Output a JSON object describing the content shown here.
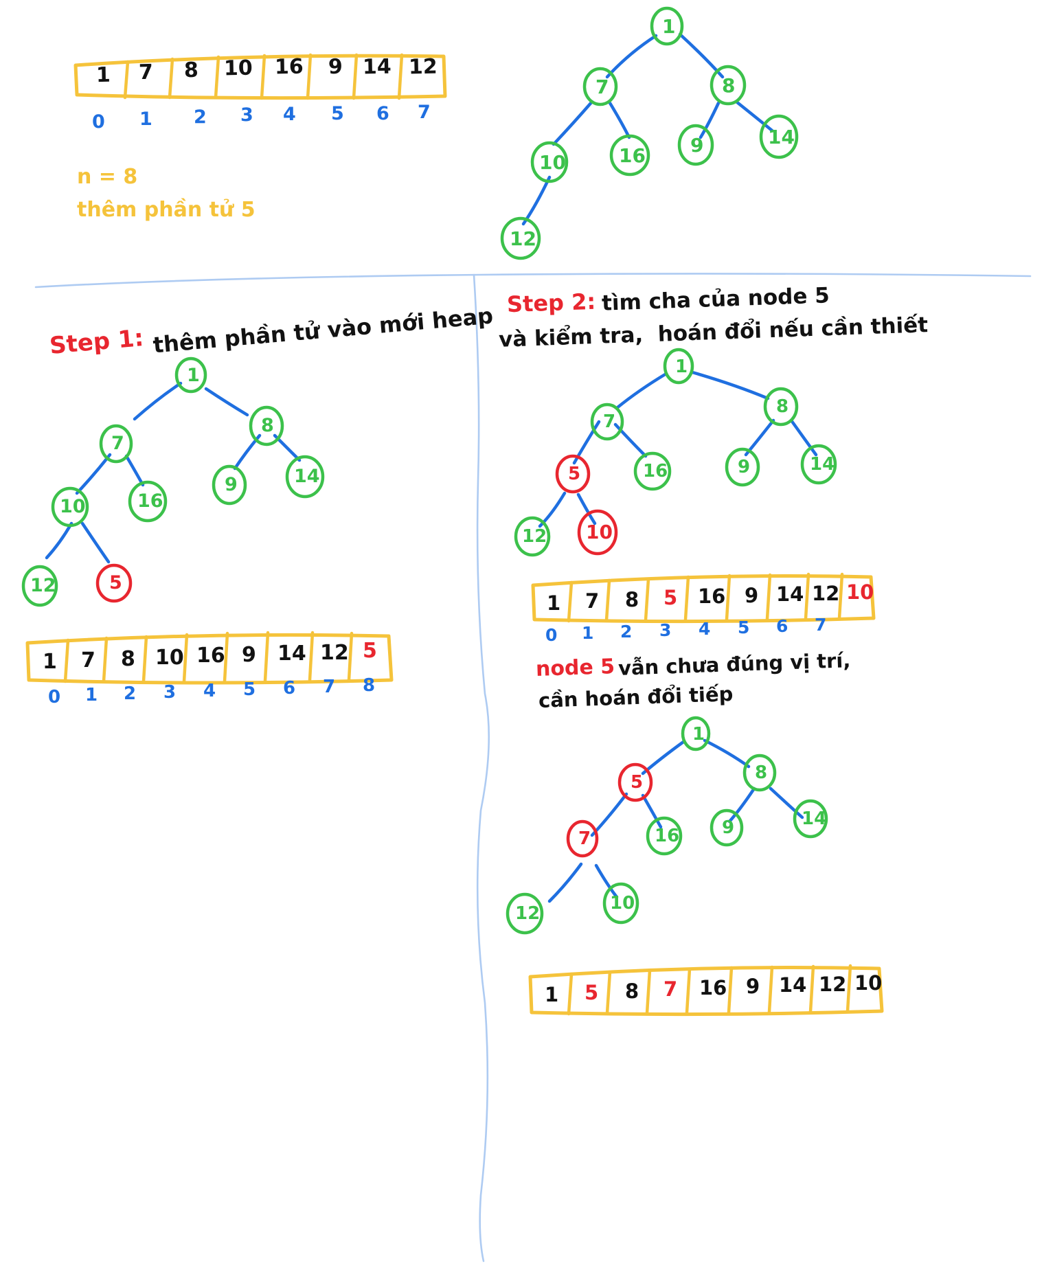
{
  "meta": {
    "title": "Binary min-heap insertion worked example (handwritten notes)",
    "language": "Vietnamese",
    "colors": {
      "array_box": "#f5c33b",
      "value_black": "#121212",
      "index_blue": "#1f6fe0",
      "node_green": "#3cc14b",
      "node_red": "#e8262f",
      "edge_blue": "#1f6fe0",
      "heading_red": "#e8262f",
      "note_yellow": "#f5c33b",
      "divider_blue": "#aecbf2"
    }
  },
  "panel_top_left": {
    "array": {
      "values": [
        "1",
        "7",
        "8",
        "10",
        "16",
        "9",
        "14",
        "12"
      ],
      "indices": [
        "0",
        "1",
        "2",
        "3",
        "4",
        "5",
        "6",
        "7"
      ]
    },
    "notes": [
      "n = 8",
      "thêm phần tử 5"
    ]
  },
  "panel_top_right": {
    "caption": "",
    "tree": {
      "nodes": [
        {
          "id": "n1",
          "label": "1",
          "color": "green"
        },
        {
          "id": "n7",
          "label": "7",
          "color": "green"
        },
        {
          "id": "n8",
          "label": "8",
          "color": "green"
        },
        {
          "id": "n10",
          "label": "10",
          "color": "green"
        },
        {
          "id": "n16",
          "label": "16",
          "color": "green"
        },
        {
          "id": "n9",
          "label": "9",
          "color": "green"
        },
        {
          "id": "n14",
          "label": "14",
          "color": "green"
        },
        {
          "id": "n12",
          "label": "12",
          "color": "green"
        }
      ]
    }
  },
  "panel_step1": {
    "heading_label": "Step 1:",
    "heading_text": "thêm phần tử vào mới heap",
    "tree": {
      "nodes": [
        {
          "id": "n1",
          "label": "1",
          "color": "green"
        },
        {
          "id": "n7",
          "label": "7",
          "color": "green"
        },
        {
          "id": "n8",
          "label": "8",
          "color": "green"
        },
        {
          "id": "n10",
          "label": "10",
          "color": "green"
        },
        {
          "id": "n16",
          "label": "16",
          "color": "green"
        },
        {
          "id": "n9",
          "label": "9",
          "color": "green"
        },
        {
          "id": "n14",
          "label": "14",
          "color": "green"
        },
        {
          "id": "n12",
          "label": "12",
          "color": "green"
        },
        {
          "id": "n5",
          "label": "5",
          "color": "red"
        }
      ]
    },
    "array": {
      "values": [
        "1",
        "7",
        "8",
        "10",
        "16",
        "9",
        "14",
        "12",
        "5"
      ],
      "value_colors": [
        "black",
        "black",
        "black",
        "black",
        "black",
        "black",
        "black",
        "black",
        "red"
      ],
      "indices": [
        "0",
        "1",
        "2",
        "3",
        "4",
        "5",
        "6",
        "7",
        "8"
      ]
    }
  },
  "panel_step2": {
    "heading_label": "Step 2:",
    "heading_line1": "tìm cha của node 5",
    "heading_line2": "và kiểm tra,  hoán đổi nếu cần thiết",
    "tree_a": {
      "nodes": [
        {
          "id": "n1",
          "label": "1",
          "color": "green"
        },
        {
          "id": "n7",
          "label": "7",
          "color": "green"
        },
        {
          "id": "n8",
          "label": "8",
          "color": "green"
        },
        {
          "id": "n5",
          "label": "5",
          "color": "red"
        },
        {
          "id": "n16",
          "label": "16",
          "color": "green"
        },
        {
          "id": "n9",
          "label": "9",
          "color": "green"
        },
        {
          "id": "n14",
          "label": "14",
          "color": "green"
        },
        {
          "id": "n12",
          "label": "12",
          "color": "green"
        },
        {
          "id": "n10",
          "label": "10",
          "color": "red"
        }
      ]
    },
    "array_a": {
      "values": [
        "1",
        "7",
        "8",
        "5",
        "16",
        "9",
        "14",
        "12",
        "10"
      ],
      "value_colors": [
        "black",
        "black",
        "black",
        "red",
        "black",
        "black",
        "black",
        "black",
        "red"
      ],
      "indices": [
        "0",
        "1",
        "2",
        "3",
        "4",
        "5",
        "6",
        "7"
      ]
    },
    "note_label": "node 5",
    "note_line1": "vẫn chưa đúng vị trí,",
    "note_line2": "cần hoán đổi tiếp",
    "tree_b": {
      "nodes": [
        {
          "id": "n1",
          "label": "1",
          "color": "green"
        },
        {
          "id": "n5",
          "label": "5",
          "color": "red"
        },
        {
          "id": "n8",
          "label": "8",
          "color": "green"
        },
        {
          "id": "n7",
          "label": "7",
          "color": "red"
        },
        {
          "id": "n16",
          "label": "16",
          "color": "green"
        },
        {
          "id": "n9",
          "label": "9",
          "color": "green"
        },
        {
          "id": "n14",
          "label": "14",
          "color": "green"
        },
        {
          "id": "n12",
          "label": "12",
          "color": "green"
        },
        {
          "id": "n10",
          "label": "10",
          "color": "green"
        }
      ]
    },
    "array_b": {
      "values": [
        "1",
        "5",
        "8",
        "7",
        "16",
        "9",
        "14",
        "12",
        "10"
      ],
      "value_colors": [
        "black",
        "red",
        "black",
        "red",
        "black",
        "black",
        "black",
        "black",
        "black"
      ],
      "indices": []
    }
  }
}
